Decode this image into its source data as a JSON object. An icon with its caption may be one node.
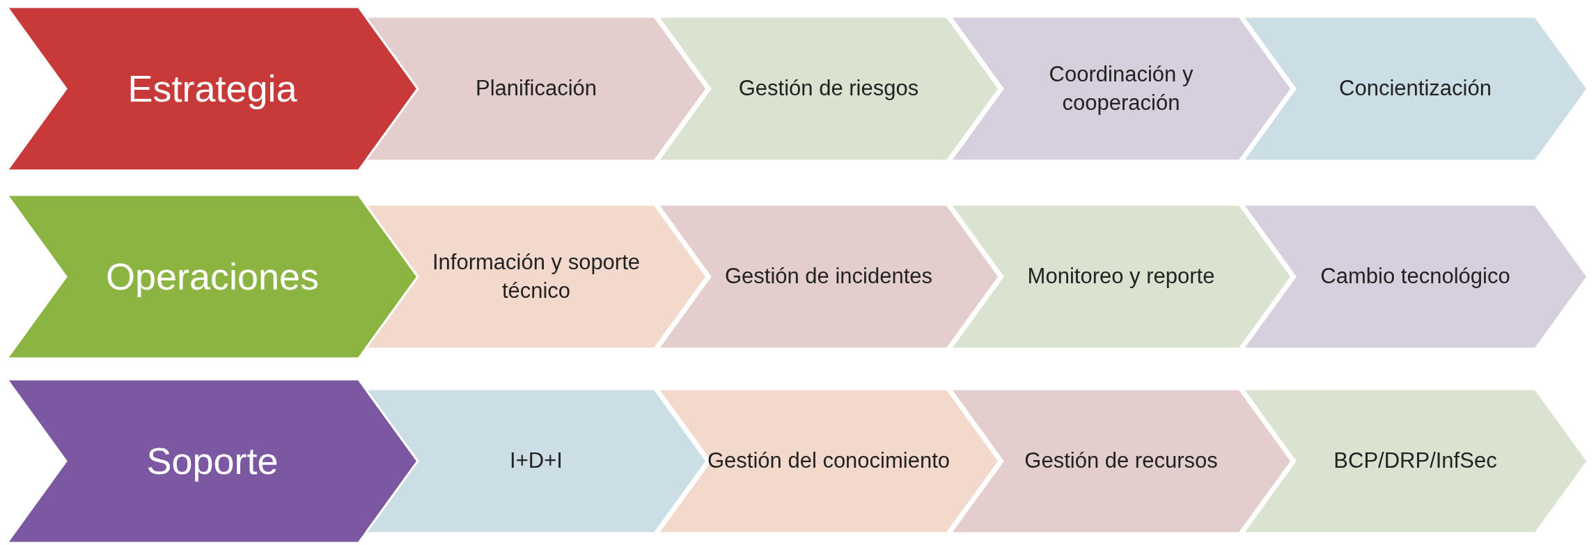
{
  "diagram": {
    "nodes": [
      {
        "text": [
          "Estrategia"
        ]
      },
      {
        "text": [
          "Planificación"
        ]
      },
      {
        "text": [
          "Gestión de riesgos"
        ]
      },
      {
        "text": [
          "Coordinación y cooperación"
        ]
      },
      {
        "text": [
          "Concientización"
        ]
      },
      {
        "text": [
          "Operaciones"
        ]
      },
      {
        "text": [
          "Información y soporte técnico"
        ]
      },
      {
        "text": [
          "Gestión de incidentes"
        ]
      },
      {
        "text": [
          "Monitoreo y reporte"
        ]
      },
      {
        "text": [
          "Cambio tecnológico"
        ]
      },
      {
        "text": [
          "Soporte"
        ]
      },
      {
        "text": [
          "I+D+I"
        ]
      },
      {
        "text": [
          "Gestión del conocimiento"
        ]
      },
      {
        "text": [
          "Gestión de recursos"
        ]
      },
      {
        "text": [
          "BCP/DRP/InfSec"
        ]
      }
    ],
    "edges": []
  }
}
